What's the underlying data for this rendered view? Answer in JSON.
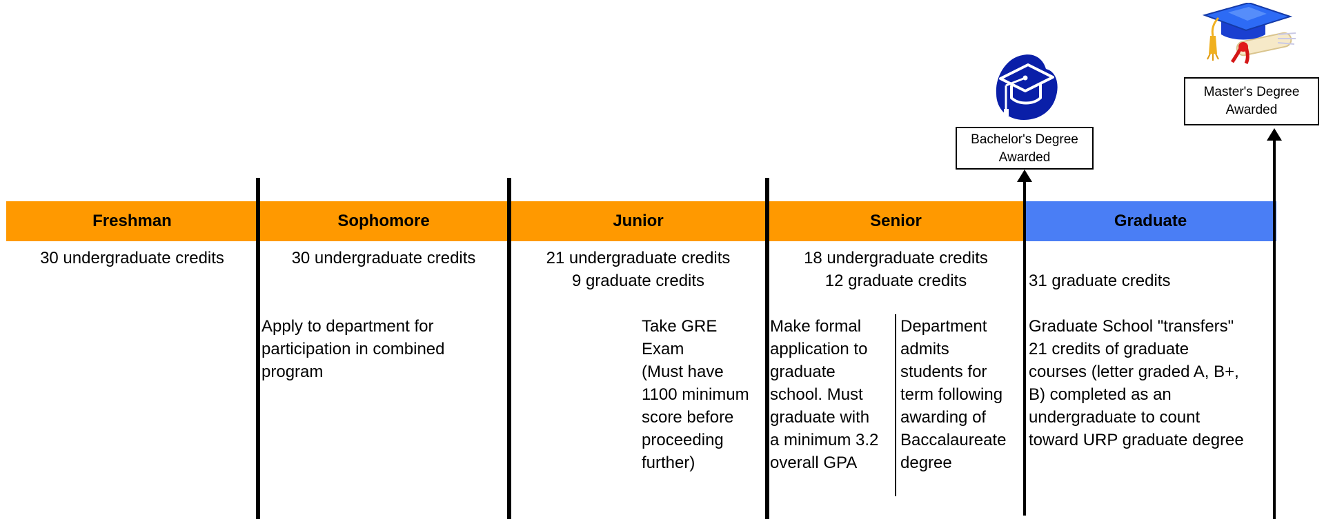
{
  "years": {
    "freshman": "Freshman",
    "sophomore": "Sophomore",
    "junior": "Junior",
    "senior": "Senior",
    "graduate": "Graduate"
  },
  "credits": {
    "freshman": [
      "30 undergraduate credits"
    ],
    "sophomore": [
      "30 undergraduate credits"
    ],
    "junior": [
      "21 undergraduate credits",
      "9 graduate credits"
    ],
    "senior": [
      "18 undergraduate credits",
      "12 graduate credits"
    ],
    "graduate": [
      "31 graduate credits"
    ]
  },
  "notes": {
    "sophomore": [
      "Apply to department for",
      "participation in combined",
      "program"
    ],
    "junior": [
      "Take GRE",
      "Exam",
      "(Must have",
      "1100 minimum",
      "score before",
      "proceeding",
      "further)"
    ],
    "senior_left": [
      "Make formal",
      "application to",
      "graduate",
      "school.  Must",
      "graduate with",
      "a minimum 3.2",
      "overall GPA"
    ],
    "senior_right": [
      "Department",
      "admits",
      "students for",
      "term following",
      "awarding of",
      "Baccalaureate",
      "degree"
    ],
    "graduate": [
      "Graduate School \"transfers\"",
      "21 credits of graduate",
      "courses (letter graded A, B+,",
      "B) completed as an",
      "undergraduate to count",
      "toward URP graduate degree"
    ]
  },
  "awards": {
    "bachelors": [
      "Bachelor's Degree",
      "Awarded"
    ],
    "masters": [
      "Master's Degree",
      "Awarded"
    ]
  },
  "colors": {
    "undergrad_bar": "#ff9900",
    "graduate_bar": "#4a7ef5",
    "cap_icon_bg": "#0a1fa8"
  }
}
